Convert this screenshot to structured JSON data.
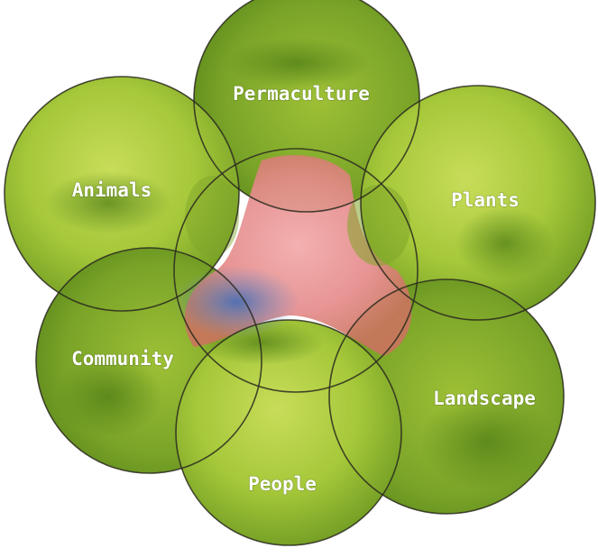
{
  "diagram": {
    "labels": {
      "permaculture": "Permaculture",
      "plants": "Plants",
      "animals": "Animals",
      "community": "Community",
      "landscape": "Landscape",
      "people": "People"
    },
    "colors": {
      "petal_light": "#b8d44a",
      "petal_mid": "#8fb52c",
      "petal_dark": "#5c8a1a",
      "center_pink": "#e88a8a",
      "center_blue": "#5d7cb8",
      "outline": "#2a2a1e"
    }
  }
}
